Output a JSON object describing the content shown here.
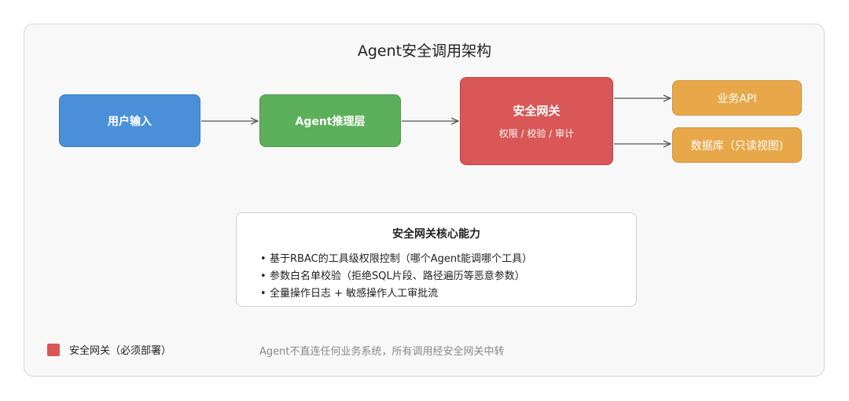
{
  "title": "Agent安全调用架构",
  "nodes": {
    "user": "用户输入",
    "agent": "Agent推理层",
    "gateway": "安全网关",
    "gateway_sub": "权限 / 校验 / 审计",
    "api": "业务API",
    "db": "数据库（只读视图)"
  },
  "capabilities": {
    "title": "安全网关核心能力",
    "items": [
      "基于RBAC的工具级权限控制（哪个Agent能调哪个工具）",
      "参数白名单校验（拒绝SQL片段、路径遍历等恶意参数）",
      "全量操作日志 + 敏感操作人工审批流"
    ]
  },
  "legend": {
    "label": "安全网关（必须部署）",
    "color": "#d95757"
  },
  "footnote": "Agent不直连任何业务系统，所有调用经安全网关中转",
  "colors": {
    "user": "#4a90d9",
    "agent": "#5cb05c",
    "gateway": "#d95757",
    "service": "#e8a84a"
  }
}
